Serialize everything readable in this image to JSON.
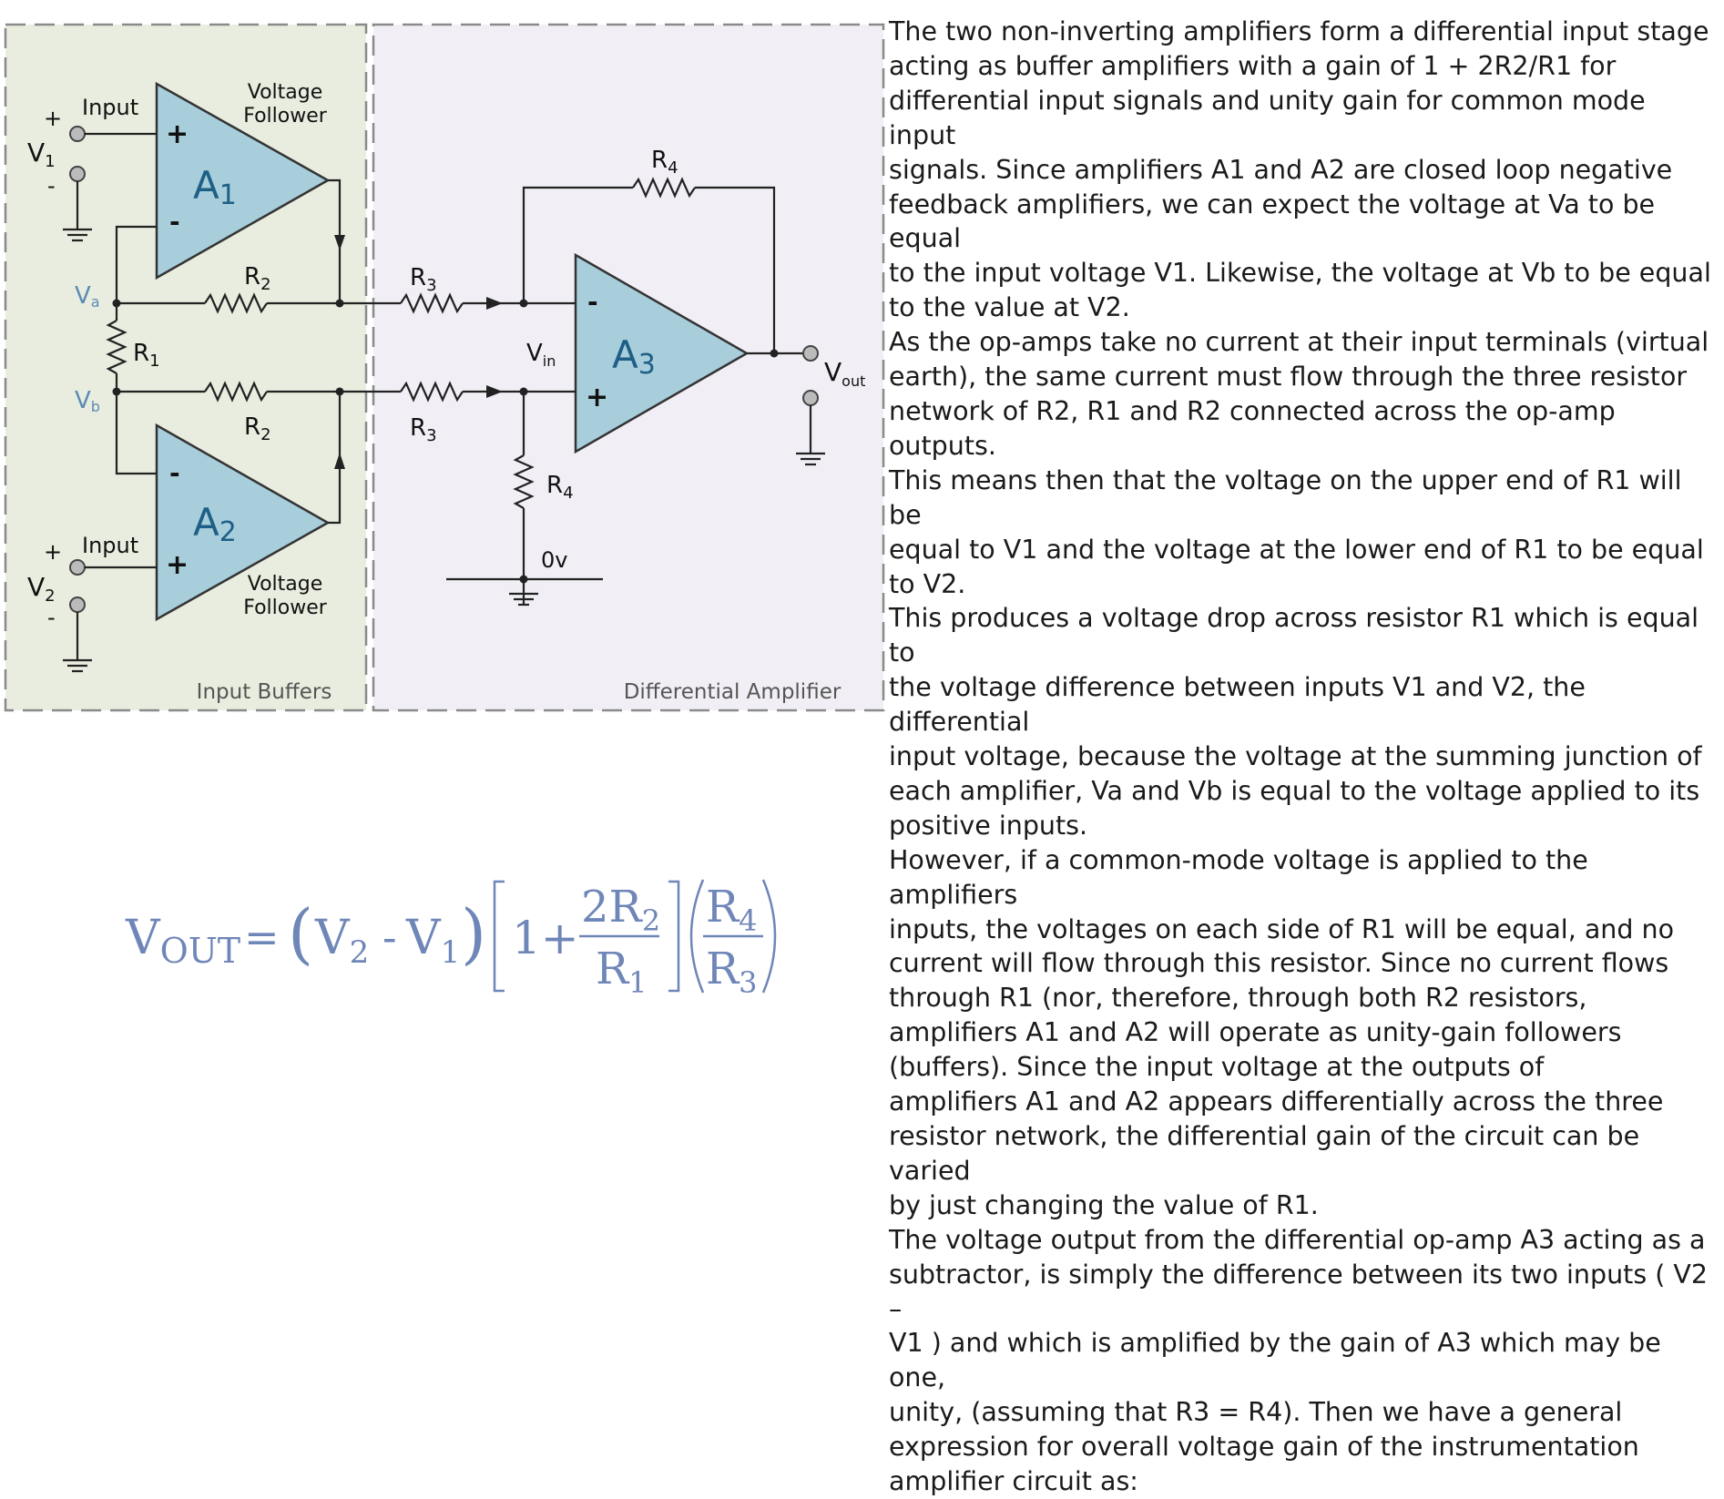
{
  "diagram": {
    "panels": {
      "input_buffers_label": "Input Buffers",
      "differential_amplifier_label": "Differential Amplifier"
    },
    "colors": {
      "input_panel_bg": "#e9eddf",
      "diff_panel_bg": "#f1eff5",
      "opamp_fill": "#a8cddb",
      "border": "#8a8a8a"
    },
    "labels": {
      "input_top": "Input",
      "input_bottom": "Input",
      "voltage_follower_top_line1": "Voltage",
      "voltage_follower_top_line2": "Follower",
      "voltage_follower_bottom_line1": "Voltage",
      "voltage_follower_bottom_line2": "Follower",
      "a1": "A",
      "a1_sub": "1",
      "a2": "A",
      "a2_sub": "2",
      "a3": "A",
      "a3_sub": "3",
      "r1": "R",
      "r1_sub": "1",
      "r2_top": "R",
      "r2_top_sub": "2",
      "r2_bottom": "R",
      "r2_bottom_sub": "2",
      "r3_top": "R",
      "r3_top_sub": "3",
      "r3_bottom": "R",
      "r3_bottom_sub": "3",
      "r4_top": "R",
      "r4_top_sub": "4",
      "r4_bottom": "R",
      "r4_bottom_sub": "4",
      "va": "V",
      "va_sub": "a",
      "vb": "V",
      "vb_sub": "b",
      "v1": "V",
      "v1_sub": "1",
      "v2": "V",
      "v2_sub": "2",
      "vin": "V",
      "vin_sub": "in",
      "vout": "V",
      "vout_sub": "out",
      "ov": "0v",
      "plus": "+",
      "minus": "-"
    }
  },
  "formula": {
    "lhs": "V",
    "lhs_sub": "OUT",
    "equals": "=",
    "v2": "V",
    "v2_sub": "2",
    "minus": "-",
    "v1": "V",
    "v1_sub": "1",
    "one_plus": "1+",
    "num": "2R",
    "num_sub": "2",
    "den": "R",
    "den_sub": "1",
    "r4": "R",
    "r4_sub": "4",
    "r3": "R",
    "r3_sub": "3",
    "color": "#6f86b8"
  },
  "description": {
    "lines": [
      "The two non-inverting amplifiers form a differential input stage",
      "acting as buffer amplifiers with a gain of 1 + 2R2/R1 for",
      "differential input signals and unity gain for common mode input",
      "signals. Since amplifiers A1 and A2 are closed loop negative",
      "feedback amplifiers, we can expect the voltage at Va to be equal",
      "to the input voltage V1. Likewise, the voltage at Vb to be equal",
      "to the value at V2.",
      "As the op-amps take no current at their input terminals (virtual",
      "earth), the same current must flow through the three resistor",
      "network of R2, R1 and R2 connected across the op-amp outputs.",
      "This means then that the voltage on the upper end of R1 will be",
      "equal to V1 and the voltage at the lower end of R1 to be equal",
      "to V2.",
      "This produces a voltage drop across resistor R1 which is equal to",
      "the voltage difference between inputs V1 and V2, the differential",
      "input voltage, because the voltage at the summing junction of",
      "each amplifier, Va and Vb is equal to the voltage applied to its",
      "positive inputs.",
      "However, if a common-mode voltage is applied to the amplifiers",
      "inputs, the voltages on each side of R1 will be equal, and no",
      "current will flow through this resistor. Since no current flows",
      "through R1 (nor, therefore, through both R2 resistors,",
      "amplifiers A1 and A2 will operate as unity-gain followers",
      "(buffers). Since the input voltage at the outputs of",
      "amplifiers A1 and A2 appears differentially across the three",
      "resistor network, the differential gain of the circuit can be varied",
      "by just changing the value of R1.",
      "The voltage output from the differential op-amp A3 acting as a",
      "subtractor, is simply the difference between its two inputs ( V2 –",
      " V1 ) and which is amplified by the gain of A3 which may be one,",
      "unity, (assuming that R3 = R4). Then we have a general",
      "expression for overall voltage gain of the instrumentation",
      "amplifier circuit as:"
    ]
  }
}
